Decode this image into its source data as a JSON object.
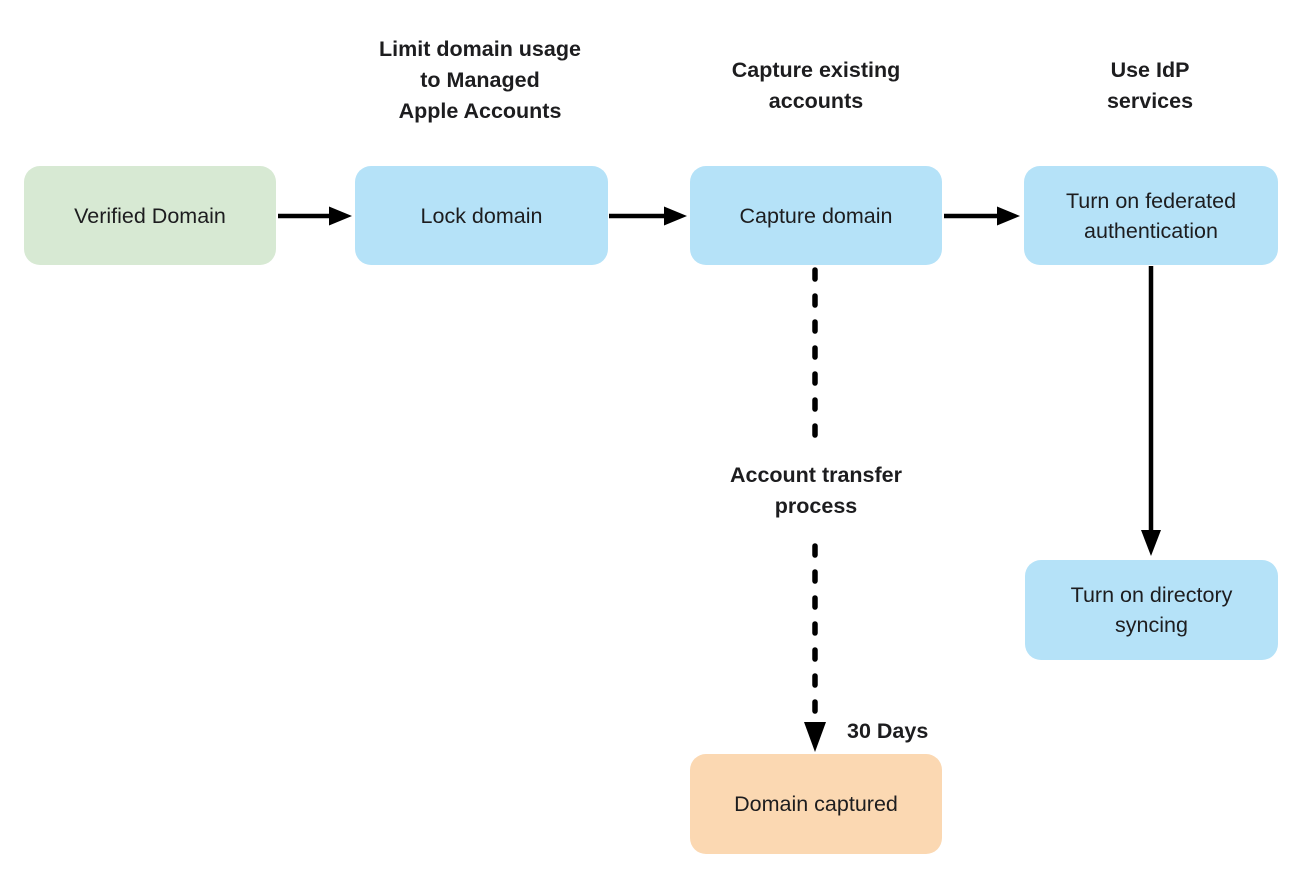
{
  "diagram": {
    "colors": {
      "node_green": "#d7e9d3",
      "node_blue": "#b5e2f8",
      "node_orange": "#fbd8b2",
      "text": "#1d1d1f",
      "arrow": "#000000"
    },
    "nodes": {
      "verified_domain": {
        "label": "Verified Domain",
        "fill": "#d7e9d3"
      },
      "lock_domain": {
        "label": "Lock domain",
        "fill": "#b5e2f8"
      },
      "capture_domain": {
        "label": "Capture domain",
        "fill": "#b5e2f8"
      },
      "federated_auth": {
        "label": "Turn on federated\nauthentication",
        "fill": "#b5e2f8"
      },
      "directory_syncing": {
        "label": "Turn on directory\nsyncing",
        "fill": "#b5e2f8"
      },
      "domain_captured": {
        "label": "Domain captured",
        "fill": "#fbd8b2"
      }
    },
    "annotations": {
      "limit_domain_usage": "Limit domain usage\nto Managed\nApple Accounts",
      "capture_existing": "Capture existing\naccounts",
      "use_idp": "Use IdP\nservices",
      "account_transfer": "Account transfer\nprocess",
      "thirty_days": "30 Days"
    },
    "edges": [
      {
        "from": "verified_domain",
        "to": "lock_domain",
        "style": "solid"
      },
      {
        "from": "lock_domain",
        "to": "capture_domain",
        "style": "solid"
      },
      {
        "from": "capture_domain",
        "to": "federated_auth",
        "style": "solid"
      },
      {
        "from": "federated_auth",
        "to": "directory_syncing",
        "style": "solid"
      },
      {
        "from": "capture_domain",
        "to": "domain_captured",
        "style": "dashed",
        "label_key": "account_transfer",
        "duration_key": "thirty_days"
      }
    ]
  }
}
